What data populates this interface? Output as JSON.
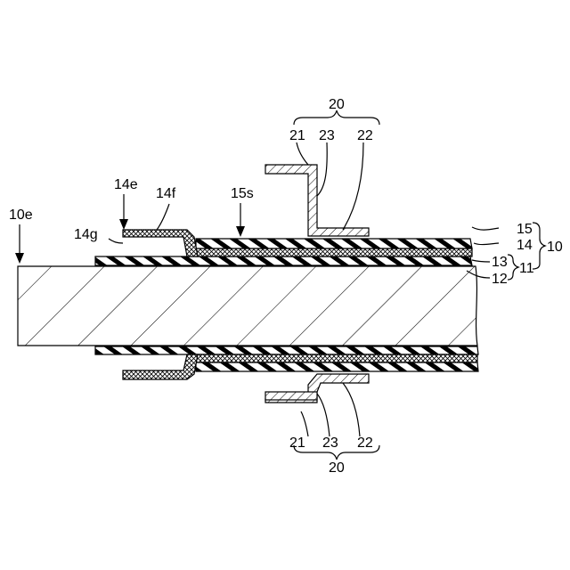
{
  "labels": {
    "cable_end": "10e",
    "shield_edge": "14e",
    "shield_fold": "14f",
    "shield_gap": "14g",
    "sheath_surface": "15s",
    "clamp_top": "20",
    "clamp_bottom": "20",
    "clamp_top_parts": [
      "21",
      "23",
      "22"
    ],
    "clamp_bottom_parts": [
      "21",
      "23",
      "22"
    ],
    "layer_15": "15",
    "layer_14": "14",
    "layer_13": "13",
    "layer_12": "12",
    "group_10": "10",
    "group_11": "11"
  }
}
